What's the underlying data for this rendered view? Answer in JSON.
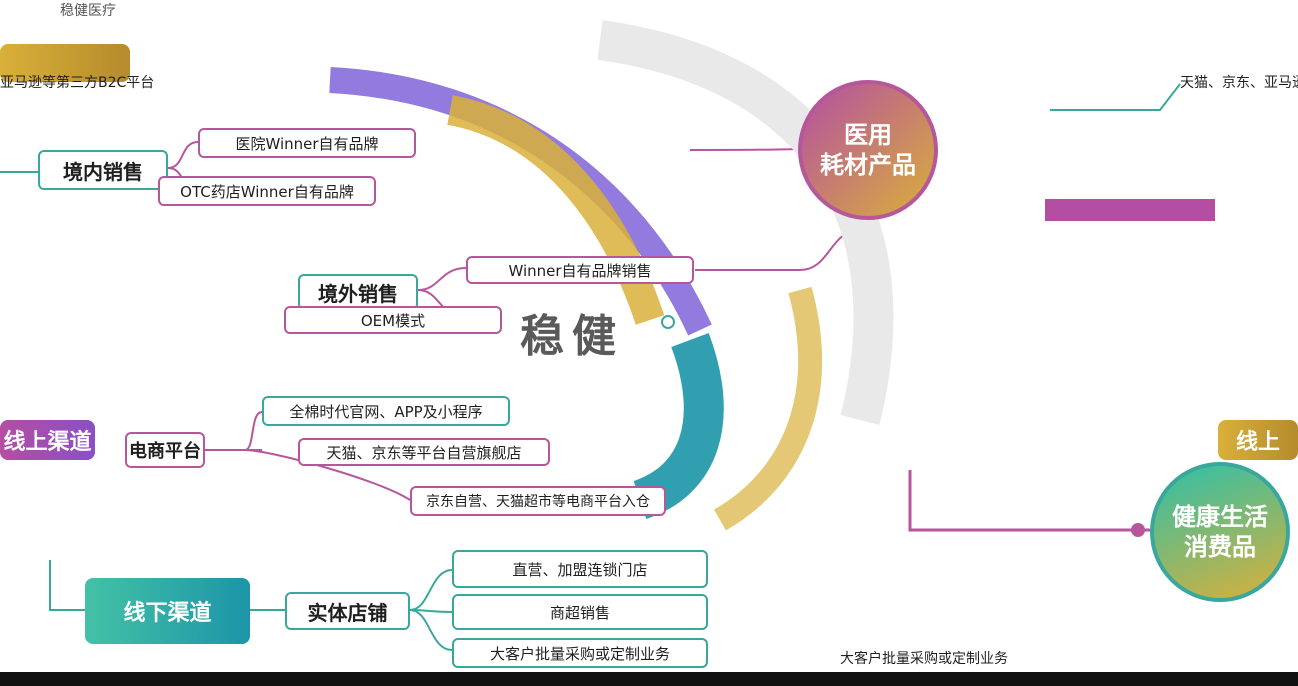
{
  "header": {
    "brand_text": "稳健医疗"
  },
  "center": {
    "label": "稳健"
  },
  "circles": {
    "medical": {
      "line1": "医用",
      "line2": "耗材产品"
    },
    "health": {
      "line1": "健康生活",
      "line2": "消费品"
    }
  },
  "medical": {
    "domestic": {
      "label": "境内销售",
      "leaves": [
        "医院Winner自有品牌",
        "OTC药店Winner自有品牌"
      ]
    },
    "overseas": {
      "label": "境外销售",
      "leaves": [
        "Winner自有品牌销售",
        "OEM模式"
      ]
    },
    "b2c_text": "亚马逊等第三方B2C平台",
    "right_text": "天猫、京东、亚马逊"
  },
  "health": {
    "online": {
      "label": "线上渠道",
      "ecommerce": {
        "label": "电商平台",
        "leaves": [
          "全棉时代官网、APP及小程序",
          "天猫、京东等平台自营旗舰店",
          "京东自营、天猫超市等电商平台入仓"
        ]
      }
    },
    "offline": {
      "label": "线下渠道",
      "stores": {
        "label": "实体店铺",
        "leaves": [
          "直营、加盟连锁门店",
          "商超销售",
          "大客户批量采购或定制业务"
        ]
      }
    },
    "right_label": "线上",
    "bottom_text": "大客户批量采购或定制业务"
  }
}
